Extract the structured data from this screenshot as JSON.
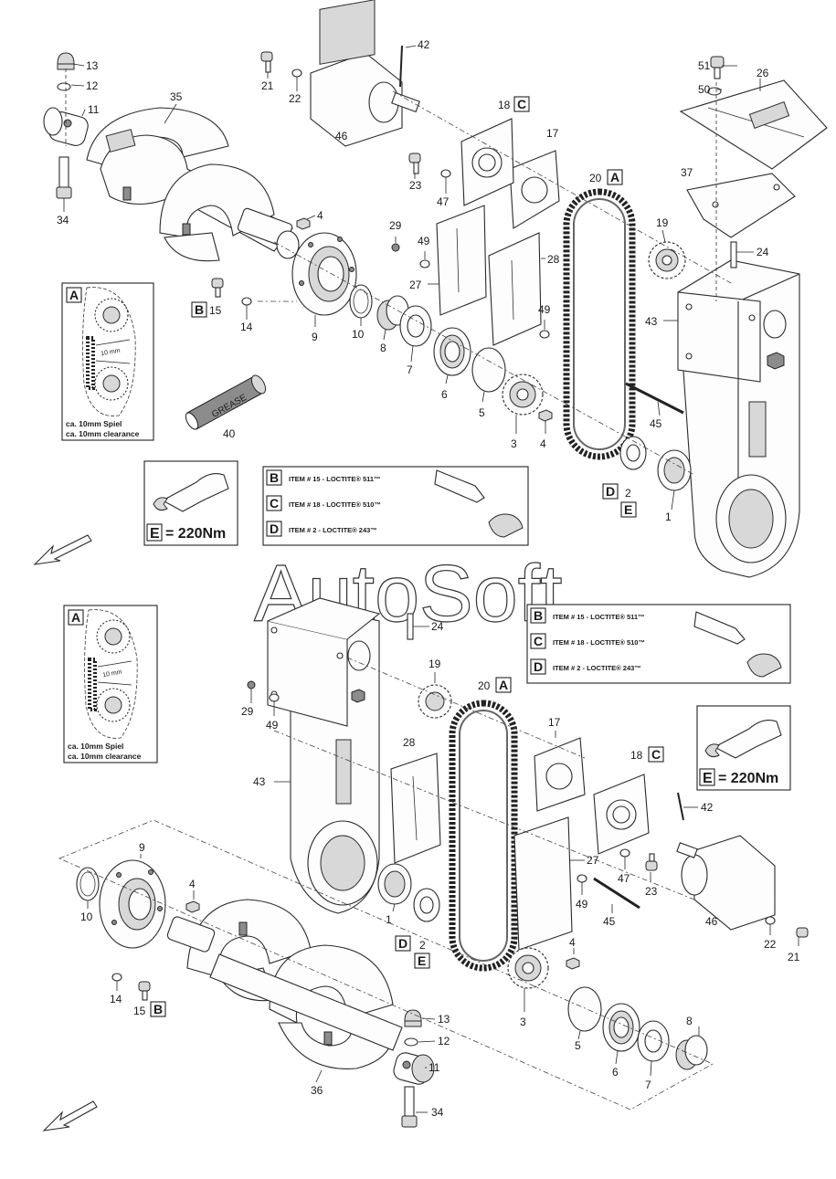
{
  "watermark": "AutoSoft",
  "callouts": {
    "c1a": "1",
    "c1b": "1",
    "c2a": "2",
    "c2b": "2",
    "c3a": "3",
    "c3b": "3",
    "c4a": "4",
    "c4b": "4",
    "c4c": "4",
    "c4d": "4",
    "c5a": "5",
    "c5b": "5",
    "c6a": "6",
    "c6b": "6",
    "c7a": "7",
    "c7b": "7",
    "c8a": "8",
    "c8b": "8",
    "c9a": "9",
    "c9b": "9",
    "c10a": "10",
    "c10b": "10",
    "c11a": "11",
    "c11b": "11",
    "c12a": "12",
    "c12b": "12",
    "c13a": "13",
    "c13b": "13",
    "c14a": "14",
    "c14b": "14",
    "c15a": "15",
    "c15b": "15",
    "c17a": "17",
    "c17b": "17",
    "c18a": "18",
    "c18b": "18",
    "c19a": "19",
    "c19b": "19",
    "c20a": "20",
    "c20b": "20",
    "c21a": "21",
    "c21b": "21",
    "c22a": "22",
    "c22b": "22",
    "c23a": "23",
    "c23b": "23",
    "c24a": "24",
    "c24b": "24",
    "c26": "26",
    "c27a": "27",
    "c27b": "27",
    "c28a": "28",
    "c28b": "28",
    "c29a": "29",
    "c29b": "29",
    "c34a": "34",
    "c34b": "34",
    "c35": "35",
    "c36": "36",
    "c37": "37",
    "c40": "40",
    "c42a": "42",
    "c42b": "42",
    "c43a": "43",
    "c43b": "43",
    "c45a": "45",
    "c45b": "45",
    "c46a": "46",
    "c46b": "46",
    "c47a": "47",
    "c47b": "47",
    "c49a": "49",
    "c49b": "49",
    "c49c": "49",
    "c50": "50",
    "c51": "51"
  },
  "refs": {
    "A": "A",
    "B": "B",
    "C": "C",
    "D": "D",
    "E": "E"
  },
  "detailA": {
    "gap": "10 mm",
    "line1": "ca. 10mm Spiel",
    "line2": "ca. 10mm clearance"
  },
  "grease_label": "GREASE",
  "torque": {
    "letter": "E",
    "value": "= 220Nm"
  },
  "loctite": [
    {
      "ref": "B",
      "text": "ITEM # 15 - LOCTITE® 511™"
    },
    {
      "ref": "C",
      "text": "ITEM # 18 - LOCTITE® 510™"
    },
    {
      "ref": "D",
      "text": "ITEM #   2 - LOCTITE® 243™"
    }
  ]
}
